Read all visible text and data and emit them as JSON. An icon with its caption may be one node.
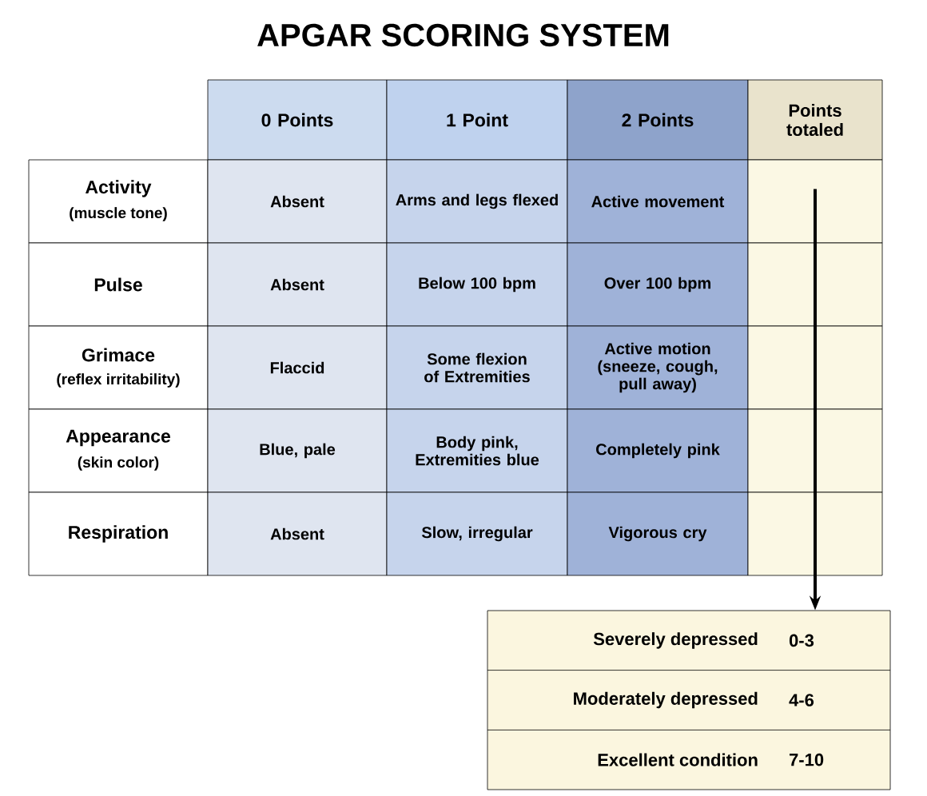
{
  "diagram": {
    "title": "APGAR SCORING SYSTEM",
    "nodes": [
      {
        "text": [
          "Points totaled"
        ]
      },
      {
        "text": [
          "Severely depressed",
          "0-3",
          "Moderately depressed",
          "4-6",
          "Excellent condition",
          "7-10"
        ]
      }
    ],
    "edges": [
      {
        "from": 0,
        "to": 1,
        "arrow": "to"
      }
    ],
    "labels": [
      "0 Points",
      "1 Point",
      "2 Points",
      "Activity",
      "(muscle tone)",
      "Absent",
      "Arms and legs flexed",
      "Active movement",
      "Pulse",
      "Absent",
      "Below 100 bpm",
      "Over 100 bpm",
      "Grimace",
      "(reflex irritability)",
      "Flaccid",
      "Some flexion of Extremities",
      "Active motion (sneeze, cough, pull away)",
      "Appearance",
      "(skin color)",
      "Blue, pale",
      "Body pink, Extremities blue",
      "Completely pink",
      "Respiration",
      "Absent",
      "Slow, irregular",
      "Vigorous cry"
    ]
  }
}
